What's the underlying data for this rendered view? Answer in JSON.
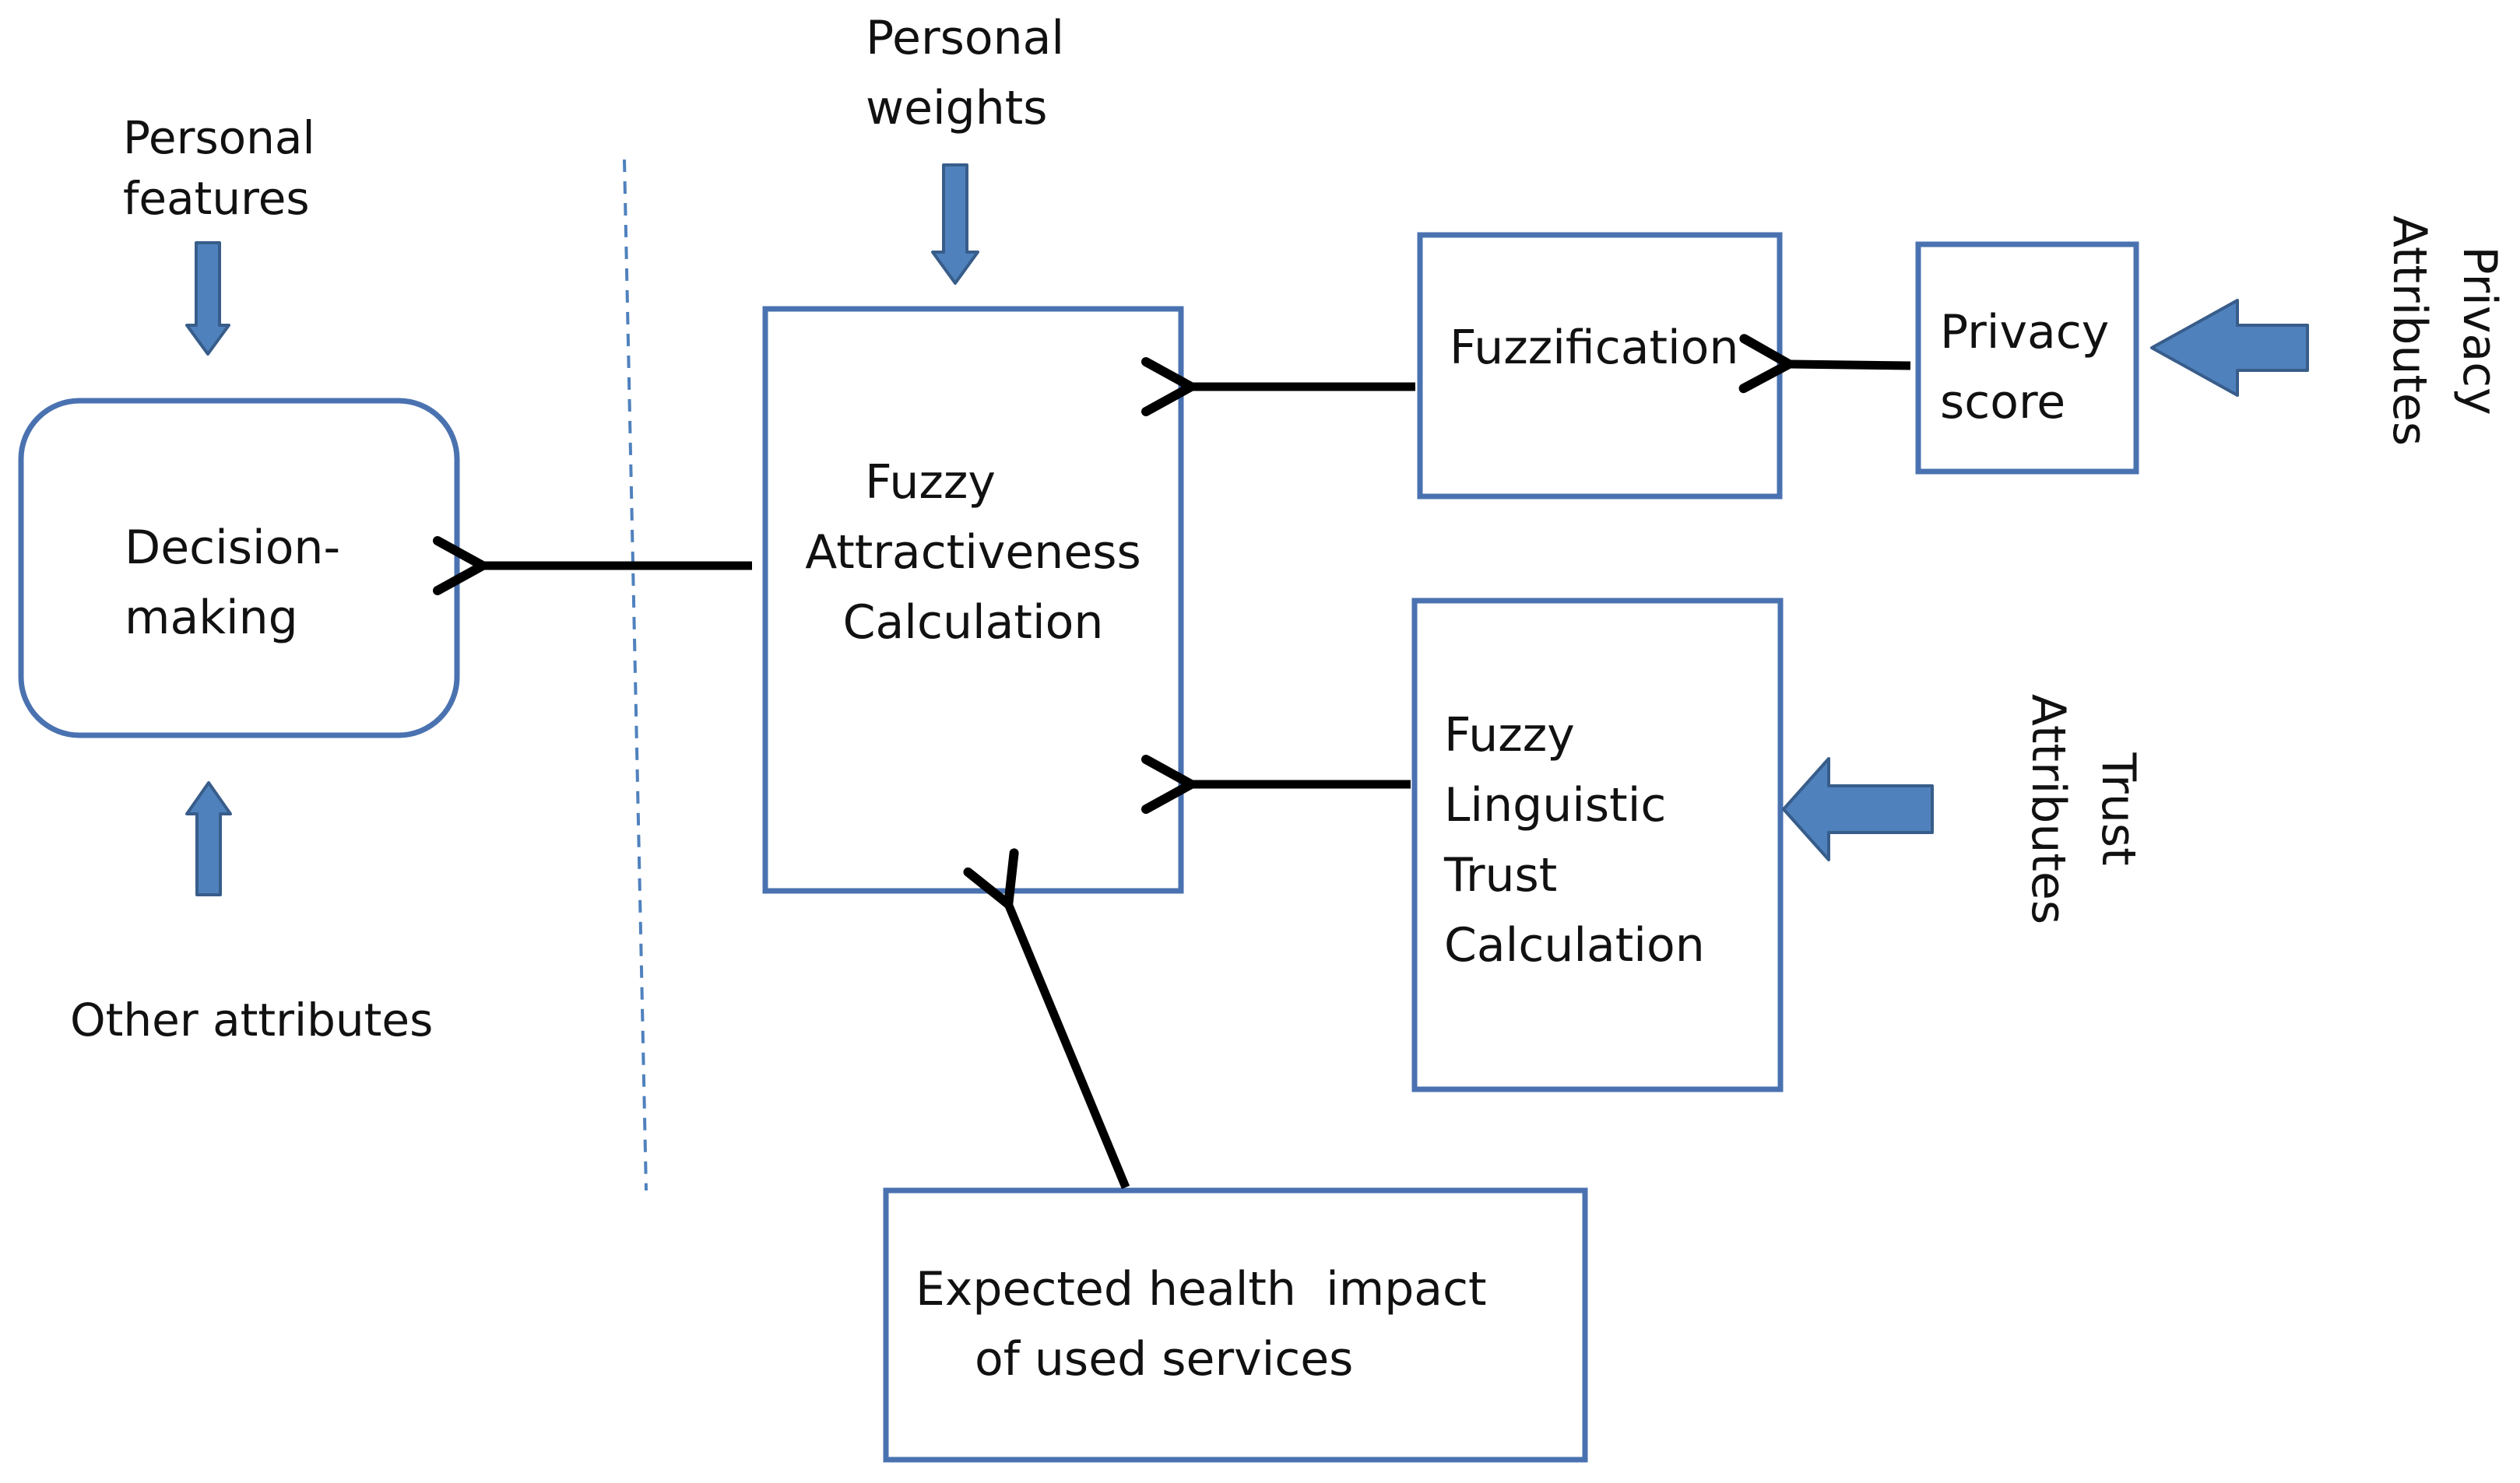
{
  "nodes": {
    "decision_making": [
      "Decision-",
      "making"
    ],
    "fuzzy_attractiveness": [
      "Fuzzy",
      "Attractiveness",
      "Calculation"
    ],
    "fuzzification": "Fuzzification",
    "privacy_score": [
      "Privacy",
      "score"
    ],
    "fuzzy_trust": [
      "Fuzzy",
      "Linguistic",
      "Trust",
      "Calculation"
    ],
    "health_impact": [
      "Expected health  impact",
      "of used services"
    ]
  },
  "inputs": {
    "personal_features": [
      "Personal",
      "features"
    ],
    "other_attributes": "Other attributes",
    "personal_weights": [
      "Personal",
      "weights"
    ],
    "privacy_attributes": [
      "Privacy",
      "Attributes"
    ],
    "trust_attributes": [
      "Trust",
      "Attributes"
    ]
  },
  "colors": {
    "box_border": "#4a72b0",
    "block_arrow_fill": "#4f81bd",
    "block_arrow_stroke": "#385d8a",
    "flow_arrow": "#000000",
    "divider": "#4f81bd"
  }
}
